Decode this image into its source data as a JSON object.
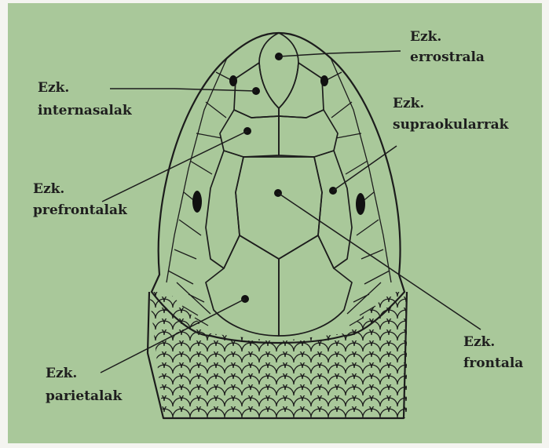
{
  "colors": {
    "background": "#a9c89a",
    "ink": "#1c1c1c",
    "frame": "#f4f4f0"
  },
  "labels": {
    "errostrala": [
      "Ezk.",
      "errostrala"
    ],
    "internasalak": [
      "Ezk.",
      "internasalak"
    ],
    "supraokularrak": [
      "Ezk.",
      "supraokularrak"
    ],
    "prefrontalak": [
      "Ezk.",
      "prefrontalak"
    ],
    "frontala": [
      "Ezk.",
      "frontala"
    ],
    "parietalak": [
      "Ezk.",
      "parietalak"
    ]
  }
}
